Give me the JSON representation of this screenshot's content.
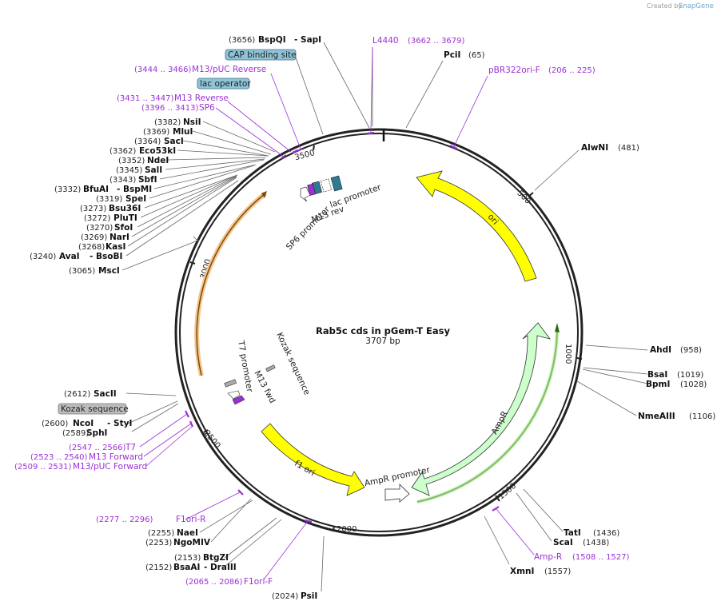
{
  "credit": {
    "prefix": "Created by",
    "brand": "SnapGene"
  },
  "plasmid": {
    "name": "Rab5c cds in pGem-T Easy",
    "size": "3707 bp",
    "length": 3707
  },
  "ticks": [
    "500",
    "1000",
    "1500",
    "2000",
    "2500",
    "3000",
    "3500"
  ],
  "enzymes": [
    {
      "name": "BspQI",
      "extra": "- SapI",
      "pos": "(3656)"
    },
    {
      "name": "PciI",
      "pos": "(65)"
    },
    {
      "name": "AlwNI",
      "pos": "(481)"
    },
    {
      "name": "AhdI",
      "pos": "(958)"
    },
    {
      "name": "BsaI",
      "pos": "(1019)"
    },
    {
      "name": "BpmI",
      "pos": "(1028)"
    },
    {
      "name": "NmeAIII",
      "pos": "(1106)"
    },
    {
      "name": "TatI",
      "pos": "(1436)"
    },
    {
      "name": "ScaI",
      "pos": "(1438)"
    },
    {
      "name": "XmnI",
      "pos": "(1557)"
    },
    {
      "name": "PsiI",
      "pos": "(2024)"
    },
    {
      "name": "BtgZI",
      "pos": "(2153)"
    },
    {
      "name": "BsaAI",
      "extra": "- DraIII",
      "pos": "(2152)"
    },
    {
      "name": "NaeI",
      "pos": "(2255)"
    },
    {
      "name": "NgoMIV",
      "pos": "(2253)"
    },
    {
      "name": "SacII",
      "pos": "(2612)"
    },
    {
      "name": "NcoI",
      "extra": "- StyI",
      "pos": "(2600)"
    },
    {
      "name": "SphI",
      "pos": "(2589)"
    },
    {
      "name": "MscI",
      "pos": "(3065)"
    },
    {
      "name": "AvaI",
      "extra": "- BsoBI",
      "pos": "(3240)"
    },
    {
      "name": "KasI",
      "pos": "(3268)"
    },
    {
      "name": "NarI",
      "pos": "(3269)"
    },
    {
      "name": "SfoI",
      "pos": "(3270)"
    },
    {
      "name": "PluTI",
      "pos": "(3272)"
    },
    {
      "name": "Bsu36I",
      "pos": "(3273)"
    },
    {
      "name": "SpeI",
      "pos": "(3319)"
    },
    {
      "name": "BfuAI",
      "extra": "- BspMI",
      "pos": "(3332)"
    },
    {
      "name": "SbfI",
      "pos": "(3343)"
    },
    {
      "name": "SalI",
      "pos": "(3345)"
    },
    {
      "name": "NdeI",
      "pos": "(3352)"
    },
    {
      "name": "Eco53kI",
      "pos": "(3362)"
    },
    {
      "name": "SacI",
      "pos": "(3364)"
    },
    {
      "name": "MluI",
      "pos": "(3369)"
    },
    {
      "name": "NsiI",
      "pos": "(3382)"
    }
  ],
  "primers": [
    {
      "name": "L4440",
      "range": "(3662 .. 3679)"
    },
    {
      "name": "pBR322ori-F",
      "range": "(206 .. 225)"
    },
    {
      "name": "M13/pUC Reverse",
      "range": "(3444 .. 3466)"
    },
    {
      "name": "M13 Reverse",
      "range": "(3431 .. 3447)"
    },
    {
      "name": "SP6",
      "range": "(3396 .. 3413)"
    },
    {
      "name": "Amp-R",
      "range": "(1508 .. 1527)"
    },
    {
      "name": "F1ori-F",
      "range": "(2065 .. 2086)"
    },
    {
      "name": "F1ori-R",
      "range": "(2277 .. 2296)"
    },
    {
      "name": "T7",
      "range": "(2547 .. 2566)"
    },
    {
      "name": "M13 Forward",
      "range": "(2523 .. 2540)"
    },
    {
      "name": "M13/pUC Forward",
      "range": "(2509 .. 2531)"
    }
  ],
  "boxed": [
    "CAP binding site",
    "lac operator",
    "Kozak sequence"
  ],
  "features": [
    "ori",
    "AmpR",
    "AmpR promoter",
    "f1 ori",
    "lac promoter",
    "M13 rev",
    "SP6 promoter",
    "Kozak sequence",
    "T7 promoter",
    "M13 fwd"
  ],
  "colors": {
    "primer": "#9b2fd6",
    "ori": "#ffff00",
    "ampr": "#ccffcc",
    "insert": "#f5c68a",
    "box": "#8fc4d8",
    "box_grey": "#bdbdbd"
  }
}
